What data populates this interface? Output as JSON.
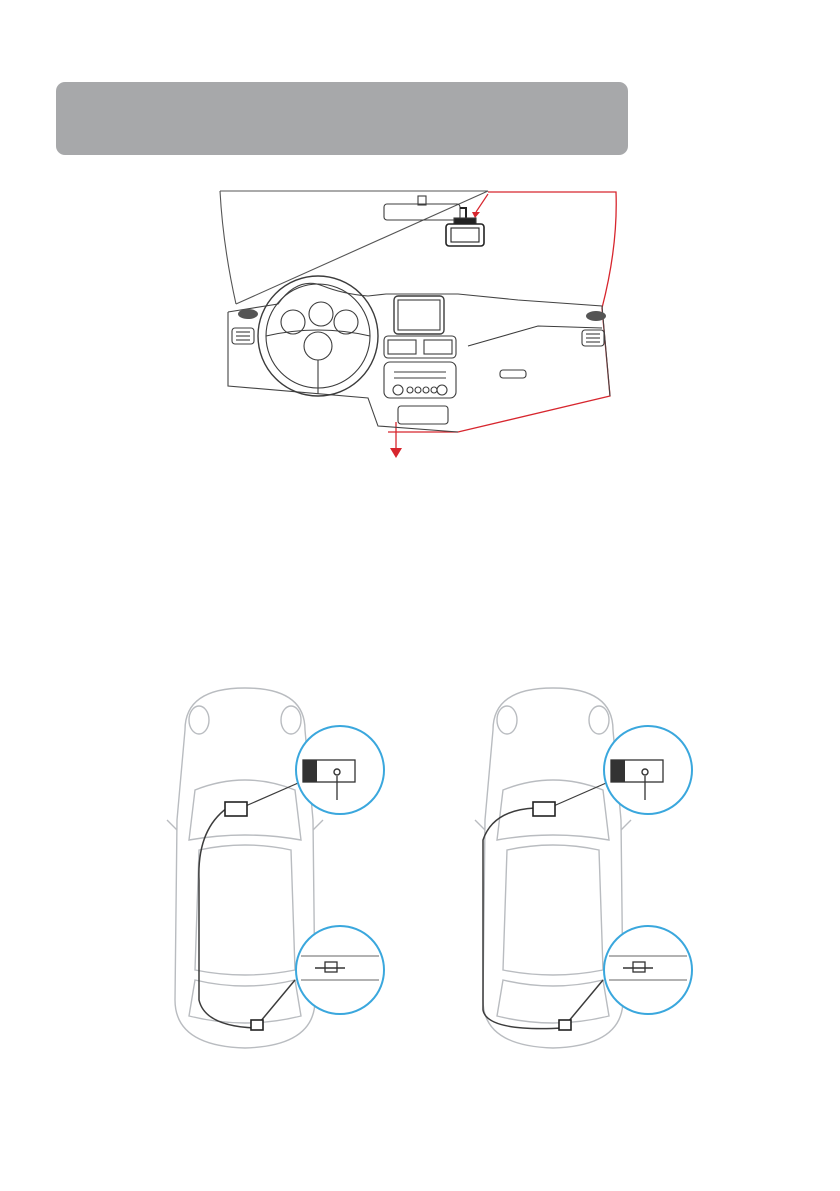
{
  "banner": {
    "title": ""
  },
  "colors": {
    "banner": "#a7a8aa",
    "cable_red": "#d7262e",
    "line_dark": "#3c3c3c",
    "car_outline": "#b9bcc0",
    "zoom_ring": "#3aa7dd"
  },
  "figures": [
    {
      "name": "dashboard-cable-routing-diagram"
    },
    {
      "name": "car-top-view-routing-diagram-left"
    },
    {
      "name": "car-top-view-routing-diagram-right"
    }
  ]
}
